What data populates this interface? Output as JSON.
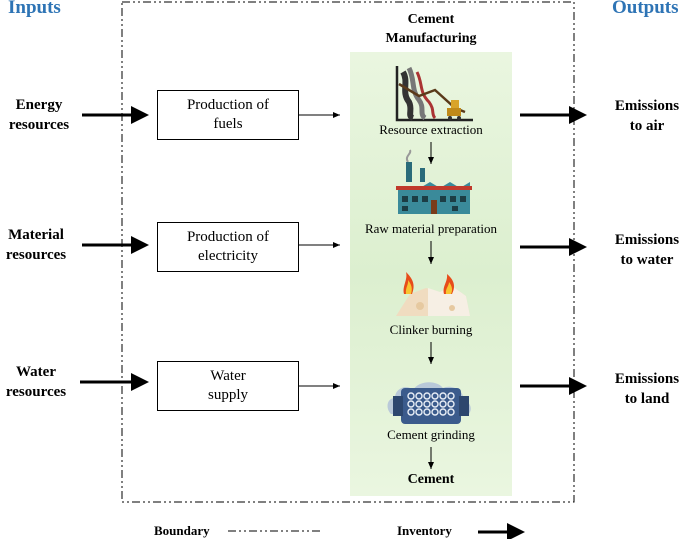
{
  "headers": {
    "inputs": "Inputs",
    "outputs": "Outputs"
  },
  "process": {
    "title_line1": "Cement",
    "title_line2": "Manufacturing"
  },
  "inputs": [
    {
      "line1": "Energy",
      "line2": "resources"
    },
    {
      "line1": "Material",
      "line2": "resources"
    },
    {
      "line1": "Water",
      "line2": "resources"
    }
  ],
  "boxes": [
    {
      "line1": "Production of",
      "line2": "fuels"
    },
    {
      "line1": "Production of",
      "line2": "electricity"
    },
    {
      "line1": "Water",
      "line2": "supply"
    }
  ],
  "stages": [
    {
      "label": "Resource extraction",
      "icon": "excavator-icon"
    },
    {
      "label": "Raw material preparation",
      "icon": "factory-icon"
    },
    {
      "label": "Clinker burning",
      "icon": "kiln-fire-icon"
    },
    {
      "label": "Cement grinding",
      "icon": "grinding-mill-icon"
    }
  ],
  "product": "Cement",
  "outputs": [
    {
      "line1": "Emissions",
      "line2": "to air"
    },
    {
      "line1": "Emissions",
      "line2": "to water"
    },
    {
      "line1": "Emissions",
      "line2": "to land"
    }
  ],
  "legend": {
    "boundary": "Boundary",
    "inventory": "Inventory"
  },
  "colors": {
    "header": "#2e74b5",
    "process_panel": "#e3f3d8"
  }
}
